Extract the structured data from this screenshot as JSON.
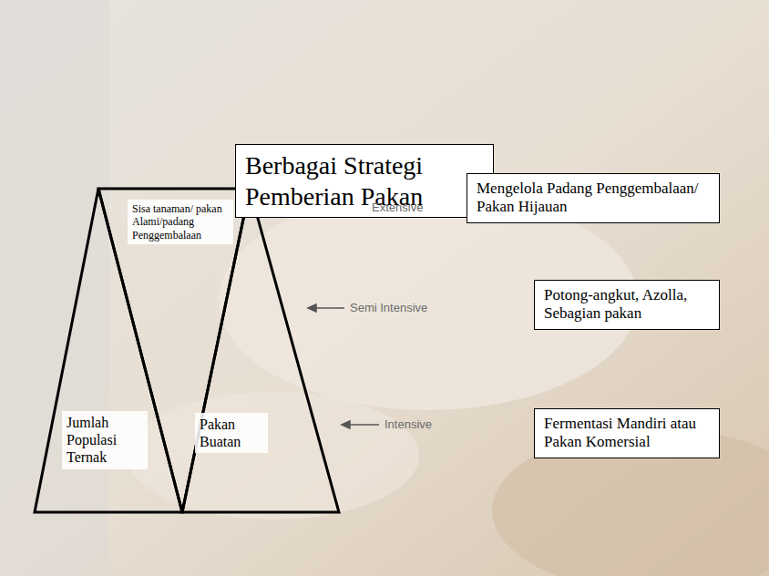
{
  "diagram": {
    "title": "Berbagai Strategi Pemberian Pakan",
    "nodes": [
      {
        "text": [
          "Sisa tanaman/ pakan Alami/padang Penggembalaan"
        ]
      },
      {
        "text": [
          "Mengelola Padang Penggembalaan/ Pakan Hijauan"
        ]
      },
      {
        "text": [
          "Potong-angkut, Azolla, Sebagian pakan"
        ]
      },
      {
        "text": [
          "Jumlah Populasi Ternak"
        ]
      },
      {
        "text": [
          "Pakan Buatan"
        ]
      },
      {
        "text": [
          "Fermentasi Mandiri atau Pakan Komersial"
        ]
      }
    ],
    "labels": [
      "Extensive",
      "Semi Intensive",
      "Intensive"
    ]
  }
}
